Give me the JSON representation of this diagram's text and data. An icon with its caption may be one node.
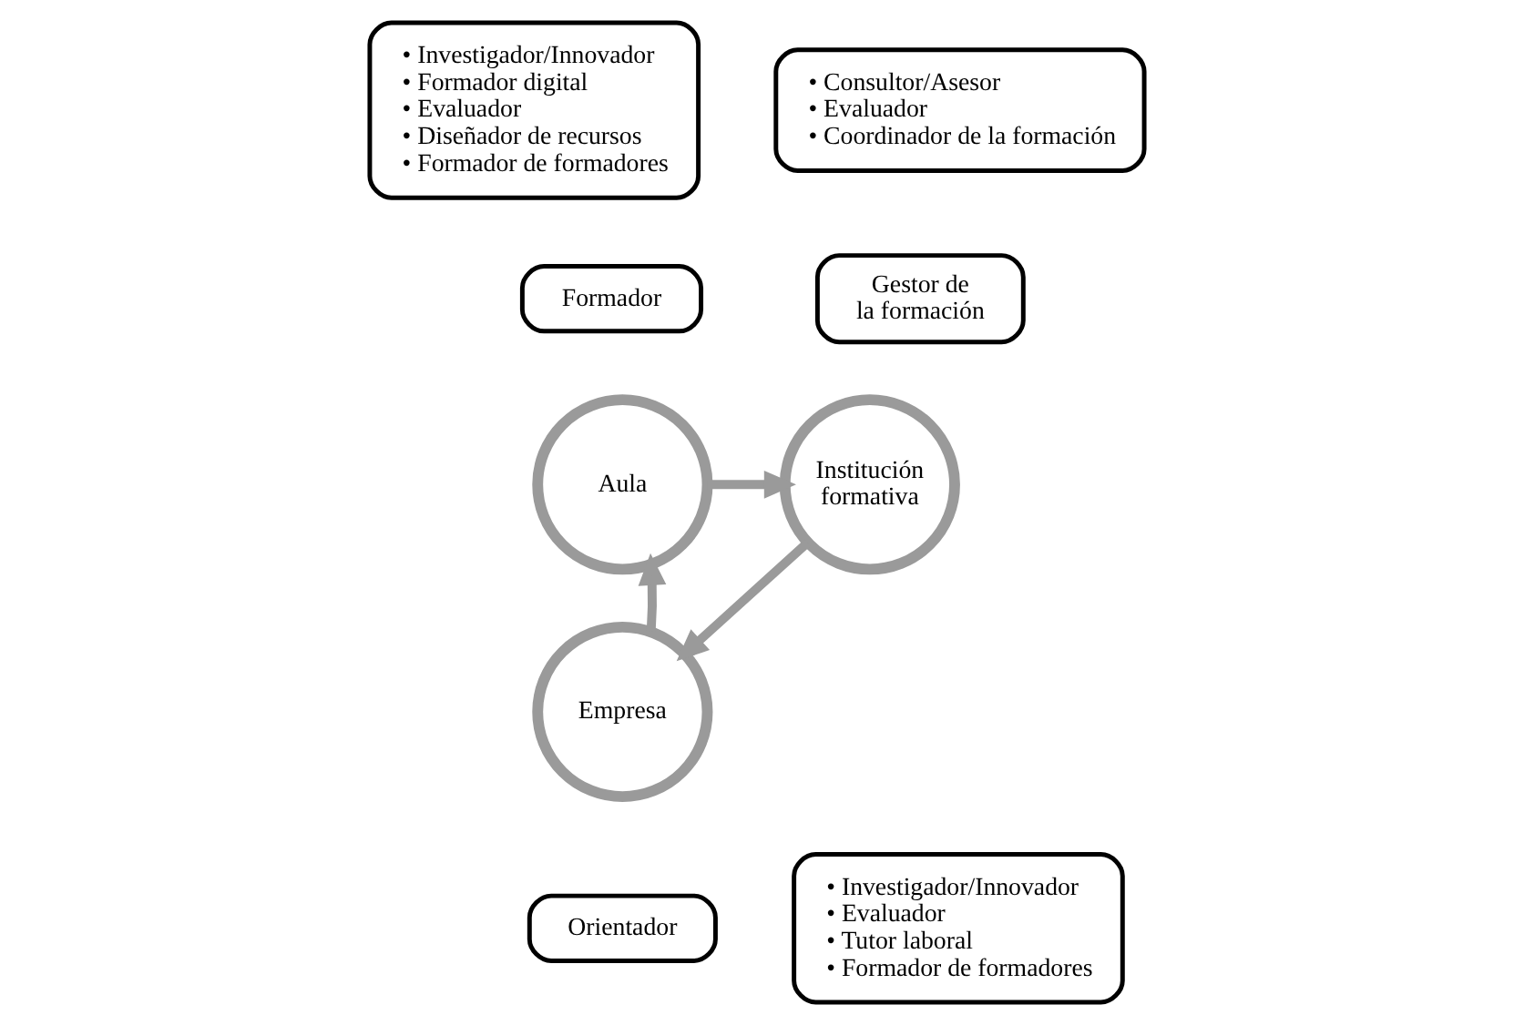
{
  "diagram": {
    "nodes": [
      {
        "text": [
          "• Investigador/Innovador",
          "• Formador digital",
          "• Evaluador",
          "• Diseñador de recursos",
          "• Formador de formadores"
        ]
      },
      {
        "text": [
          "Formador"
        ]
      },
      {
        "text": [
          "Aula"
        ]
      },
      {
        "text": [
          "• Consultor/Asesor",
          "• Evaluador",
          "• Coordinador de la formación"
        ]
      },
      {
        "text": [
          "Gestor de la formación"
        ]
      },
      {
        "text": [
          "Institución formativa"
        ]
      },
      {
        "text": [
          "Empresa"
        ]
      },
      {
        "text": [
          "Orientador"
        ]
      },
      {
        "text": [
          "• Investigador/Innovador",
          "• Evaluador",
          "• Tutor laboral",
          "• Formador de formadores"
        ]
      }
    ],
    "edges": [
      {
        "from": 2,
        "to": 5,
        "arrow": "to"
      },
      {
        "from": 5,
        "to": 6,
        "arrow": "to"
      },
      {
        "from": 6,
        "to": 2,
        "arrow": "to"
      }
    ]
  }
}
